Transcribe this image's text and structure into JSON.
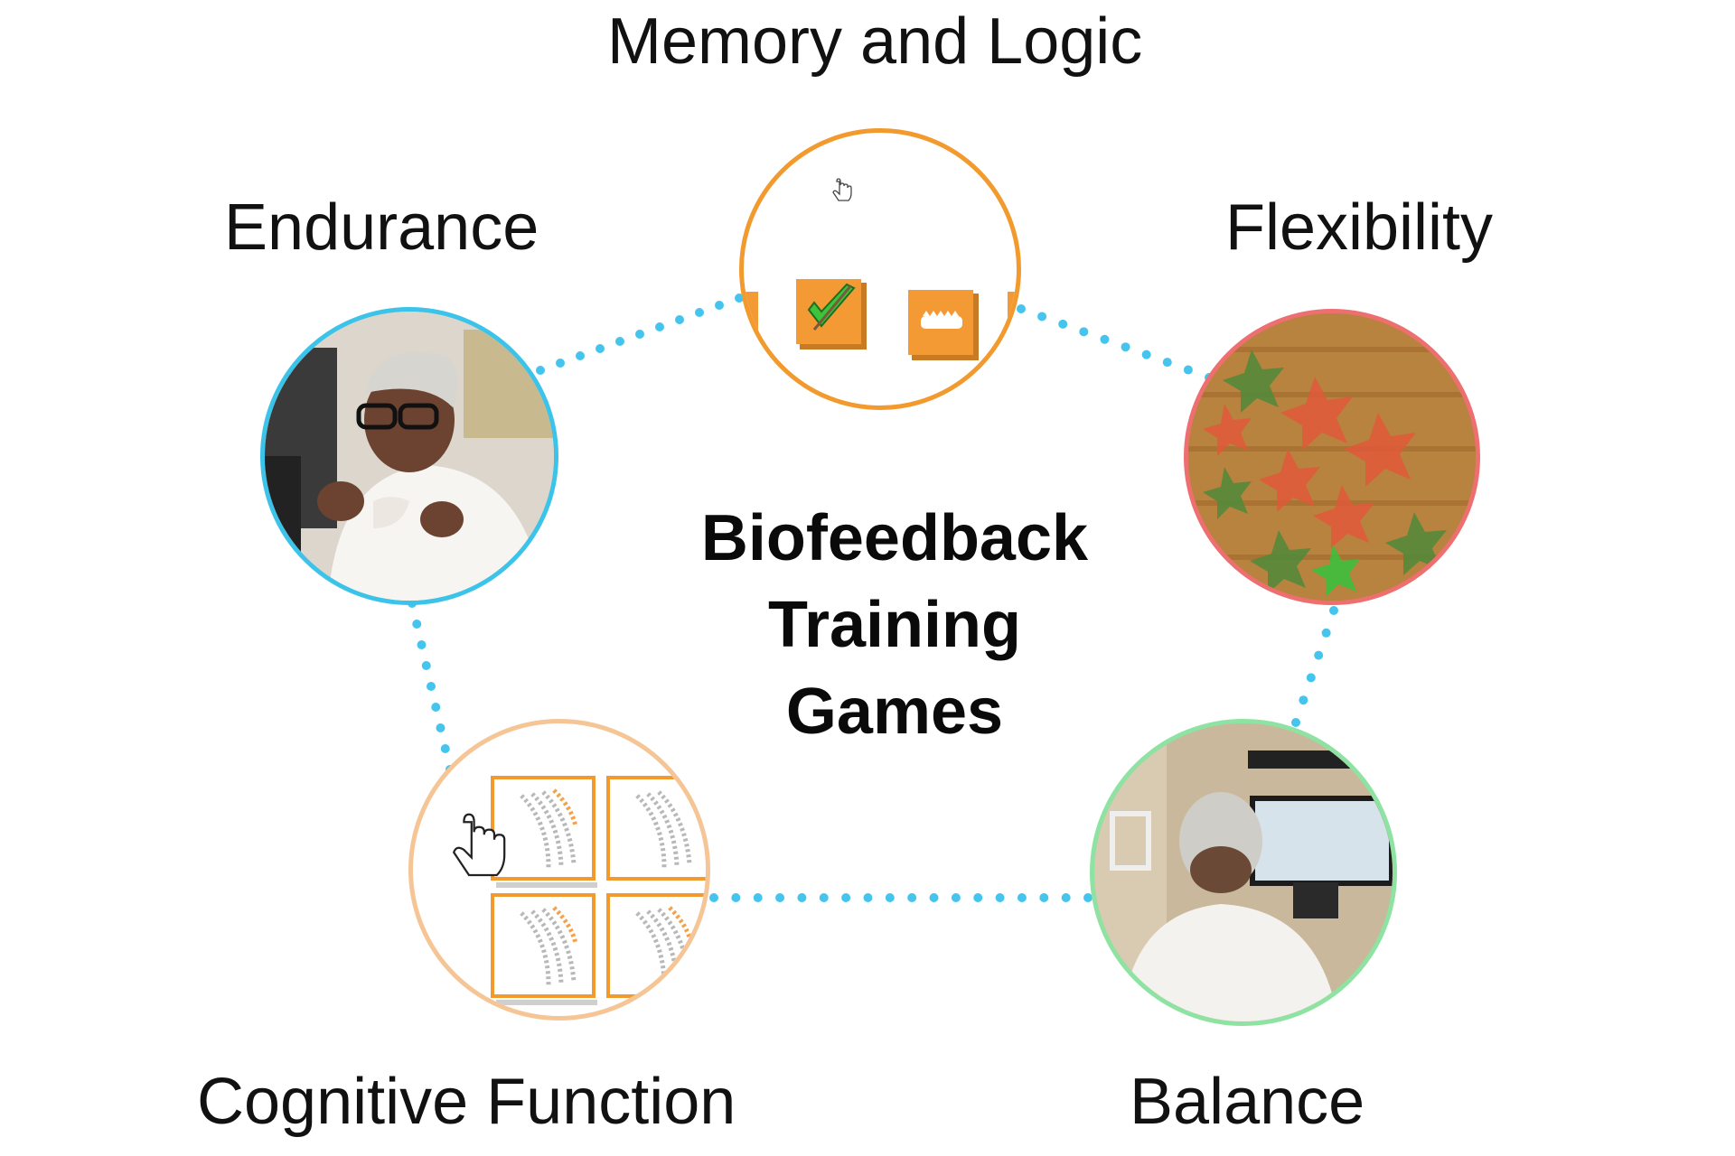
{
  "title": [
    "Biofeedback",
    "Training",
    "Games"
  ],
  "nodes": {
    "memory": {
      "label": "Memory and Logic",
      "ring_color": "#f29a2e"
    },
    "endurance": {
      "label": "Endurance",
      "ring_color": "#3cc3ea"
    },
    "flexibility": {
      "label": "Flexibility",
      "ring_color": "#ee6f6f"
    },
    "cognitive": {
      "label": "Cognitive Function",
      "ring_color": "#f6c596"
    },
    "balance": {
      "label": "Balance",
      "ring_color": "#8fe3a2"
    }
  },
  "connector_color": "#45c4ee",
  "icons": {
    "memory": "hand-pointer-icon",
    "check": "checkmark-icon",
    "cognitive": "hand-pointer-icon"
  }
}
